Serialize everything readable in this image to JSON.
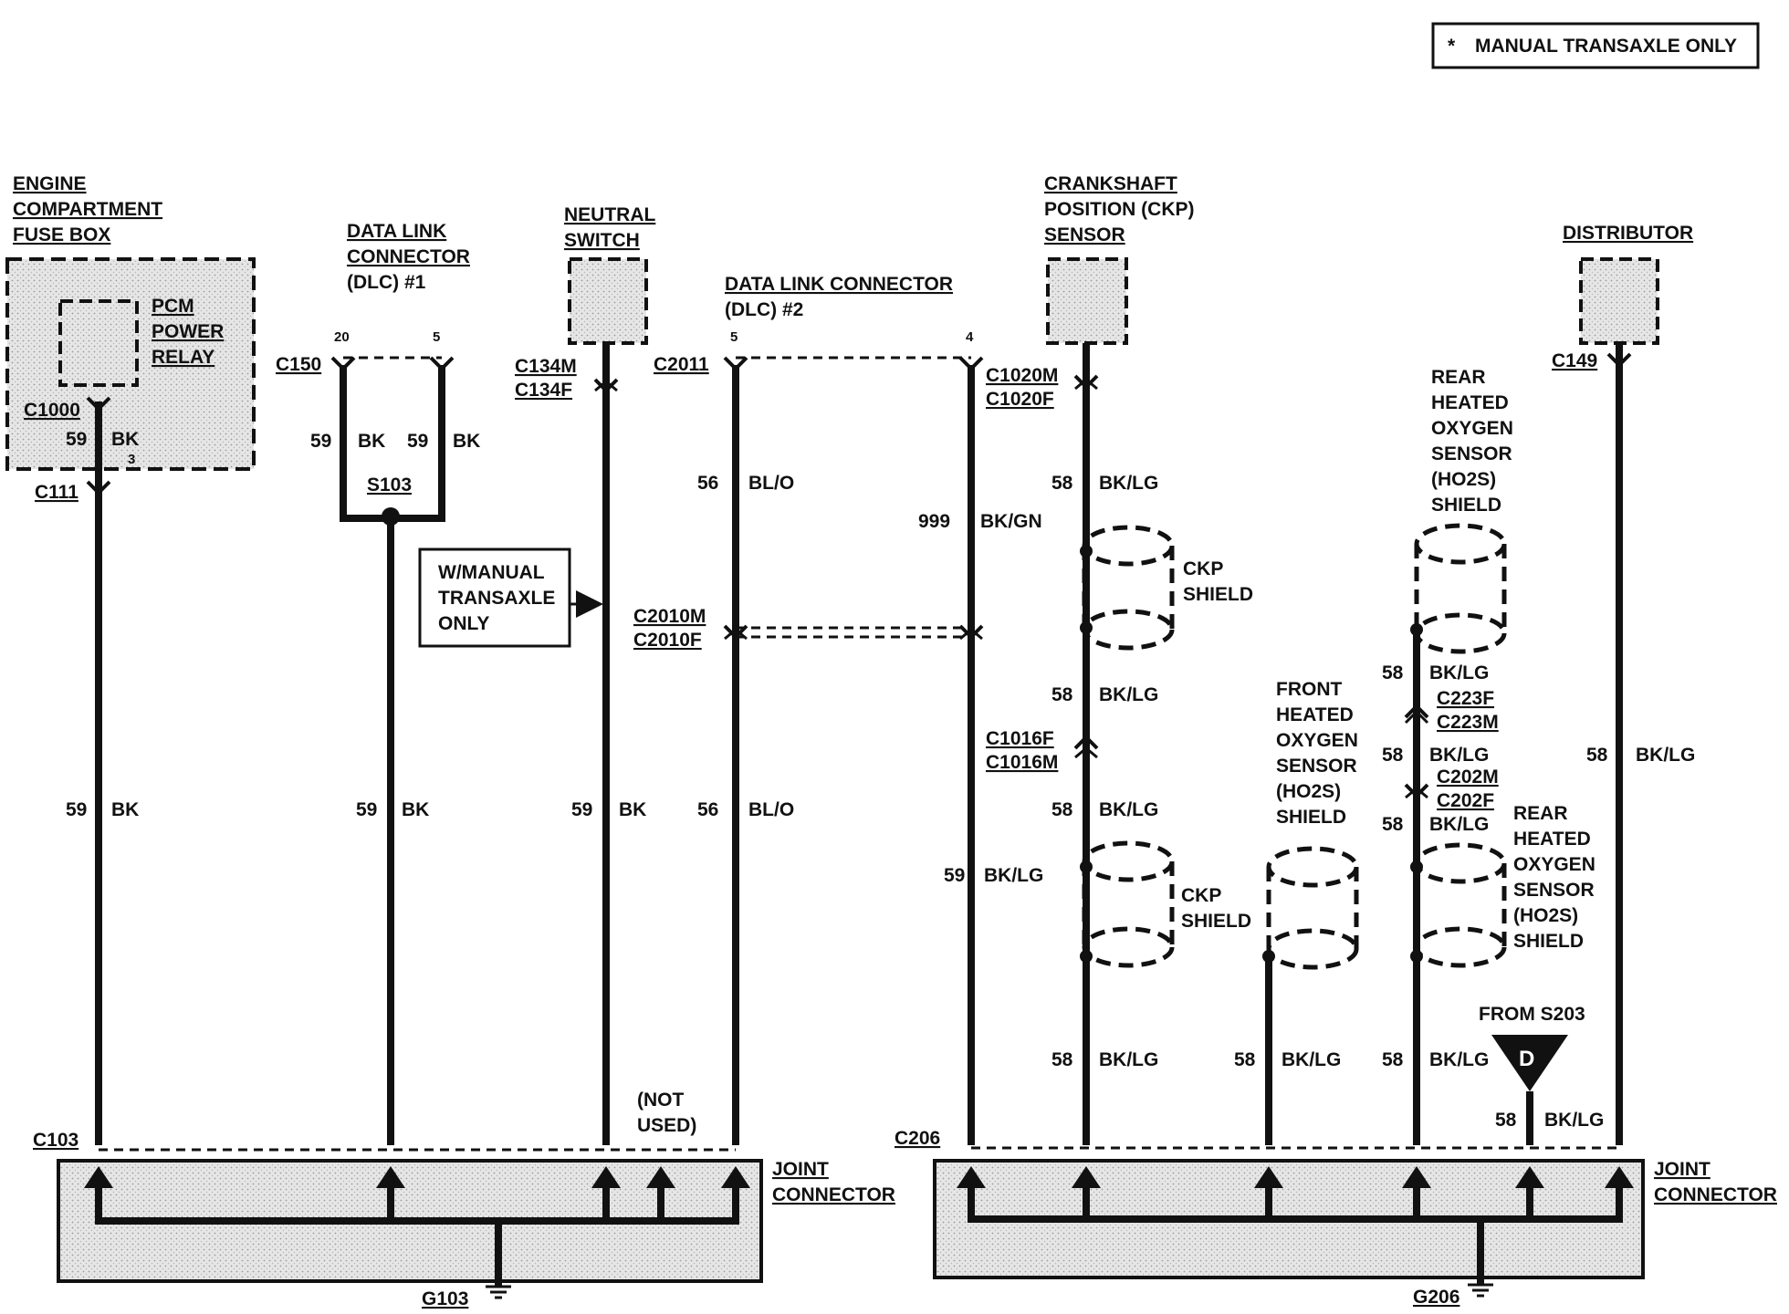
{
  "note": {
    "asterisk": "*",
    "text": "MANUAL TRANSAXLE ONLY"
  },
  "components": {
    "fuse_box": [
      "ENGINE",
      "COMPARTMENT",
      "FUSE BOX"
    ],
    "pcm_relay": [
      "PCM",
      "POWER",
      "RELAY"
    ],
    "dlc1": [
      "DATA LINK",
      "CONNECTOR",
      "(DLC) #1"
    ],
    "neutral": [
      "NEUTRAL",
      "SWITCH"
    ],
    "dlc2": [
      "DATA LINK CONNECTOR",
      "(DLC) #2"
    ],
    "ckp": [
      "CRANKSHAFT",
      "POSITION (CKP)",
      "SENSOR"
    ],
    "distributor": "DISTRIBUTOR",
    "rear_shield_top": [
      "REAR",
      "HEATED",
      "OXYGEN",
      "SENSOR",
      "(HO2S)",
      "SHIELD"
    ],
    "front_shield": [
      "FRONT",
      "HEATED",
      "OXYGEN",
      "SENSOR",
      "(HO2S)",
      "SHIELD"
    ],
    "rear_shield_bot": [
      "REAR",
      "HEATED",
      "OXYGEN",
      "SENSOR",
      "(HO2S)",
      "SHIELD"
    ],
    "ckp_shield": [
      "CKP",
      "SHIELD"
    ],
    "manual_box": [
      "W/MANUAL",
      "TRANSAXLE",
      "ONLY"
    ],
    "not_used": [
      "(NOT",
      "USED)"
    ],
    "from_s203": "FROM S203",
    "d_marker": "D",
    "joint": [
      "JOINT",
      "CONNECTOR"
    ]
  },
  "connectors": {
    "c1000": "C1000",
    "c111": "C111",
    "c150": "C150",
    "pin20": "20",
    "pin5": "5",
    "s103": "S103",
    "c134m": "C134M",
    "c134f": "C134F",
    "c2011": "C2011",
    "pin5b": "5",
    "pin4": "4",
    "c2010m": "C2010M",
    "c2010f": "C2010F",
    "c1020m": "C1020M",
    "c1020f": "C1020F",
    "c1016f": "C1016F",
    "c1016m": "C1016M",
    "c149": "C149",
    "c223f": "C223F",
    "c223m": "C223M",
    "c202m": "C202M",
    "c202f": "C202F",
    "c103": "C103",
    "c206": "C206",
    "g103": "G103",
    "g206": "G206",
    "pin3": "3"
  },
  "circuits": {
    "n59": "59",
    "n56": "56",
    "n58": "58",
    "n999": "999",
    "bk": "BK",
    "blo": "BL/O",
    "bkgn": "BK/GN",
    "bklg": "BK/LG"
  }
}
